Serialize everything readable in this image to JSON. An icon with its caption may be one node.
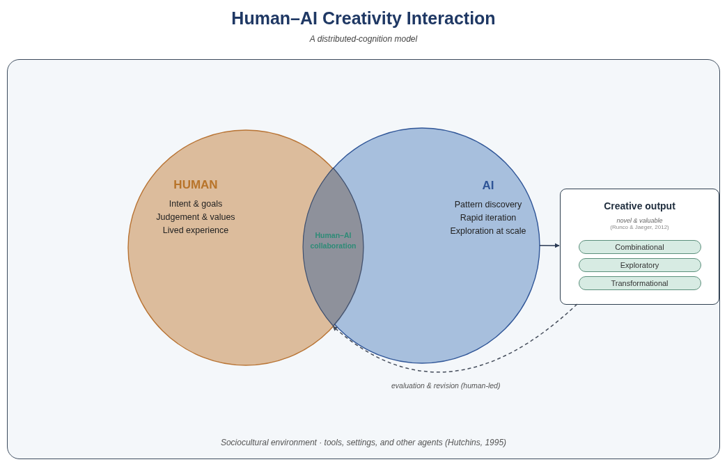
{
  "diagram": {
    "title": "Human–AI Creativity Interaction",
    "caption": "A distributed-cognition model",
    "nodes": [
      {
        "text": [
          "Sociocultural environment · tools, settings, and other agents (Hutchins, 1995)"
        ]
      },
      {
        "text": [
          "HUMAN",
          "Intent & goals",
          "Judgement & values",
          "Lived experience"
        ],
        "in": 0
      },
      {
        "text": [
          "AI",
          "Pattern discovery",
          "Rapid iteration",
          "Exploration at scale"
        ],
        "in": 0
      },
      {
        "text": [
          "Human–AI collaboration"
        ]
      },
      {
        "text": [
          "Creative output",
          "novel & valuable",
          "(Runco & Jaeger, 2012)"
        ],
        "in": 0
      },
      {
        "text": [
          "Combinational"
        ],
        "in": 4
      },
      {
        "text": [
          "Exploratory"
        ],
        "in": 4
      },
      {
        "text": [
          "Transformational"
        ],
        "in": 4
      }
    ],
    "edges": [
      {
        "from": 2,
        "to": 4,
        "arrow": "to"
      },
      {
        "from": 4,
        "to": 1,
        "arrow": "to",
        "label": "evaluation & revision (human-led)",
        "style": "dashed"
      }
    ]
  }
}
